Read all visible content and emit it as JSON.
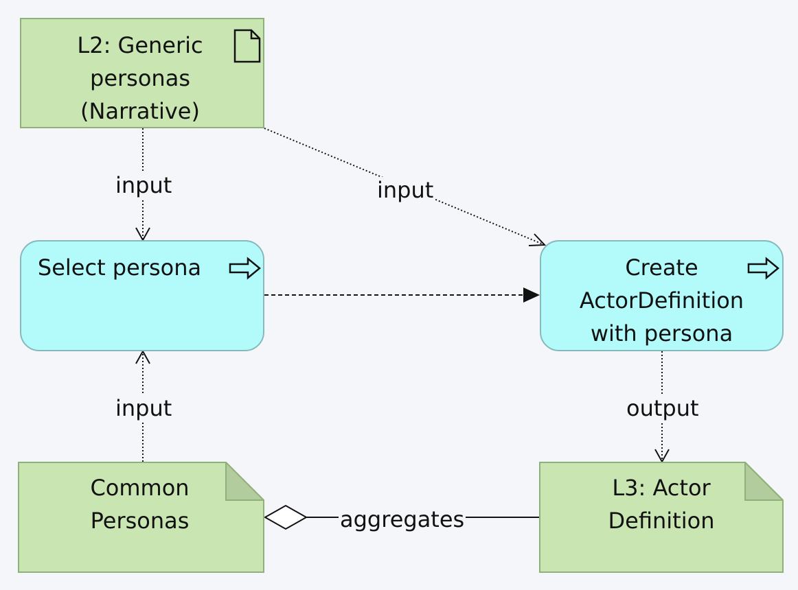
{
  "nodes": {
    "generic_personas": {
      "label": "L2: Generic\npersonas\n(Narrative)",
      "icon": "document-icon"
    },
    "select_persona": {
      "label": "Select persona",
      "icon": "process-arrow-icon"
    },
    "create_actor": {
      "label": "Create\nActorDefinition\nwith persona",
      "icon": "process-arrow-icon"
    },
    "common_personas": {
      "label": "Common\nPersonas"
    },
    "actor_definition": {
      "label": "L3: Actor\nDefinition"
    }
  },
  "edges": {
    "generic_to_select": "input",
    "generic_to_create": "input",
    "common_to_select": "input",
    "create_to_actor": "output",
    "aggregates": "aggregates"
  },
  "colors": {
    "artifact_fill": "#c9e6b2",
    "artifact_border": "#8fb07a",
    "process_fill": "#b3fbfb",
    "process_border": "#86b9bb",
    "background": "#f5f6f9"
  }
}
